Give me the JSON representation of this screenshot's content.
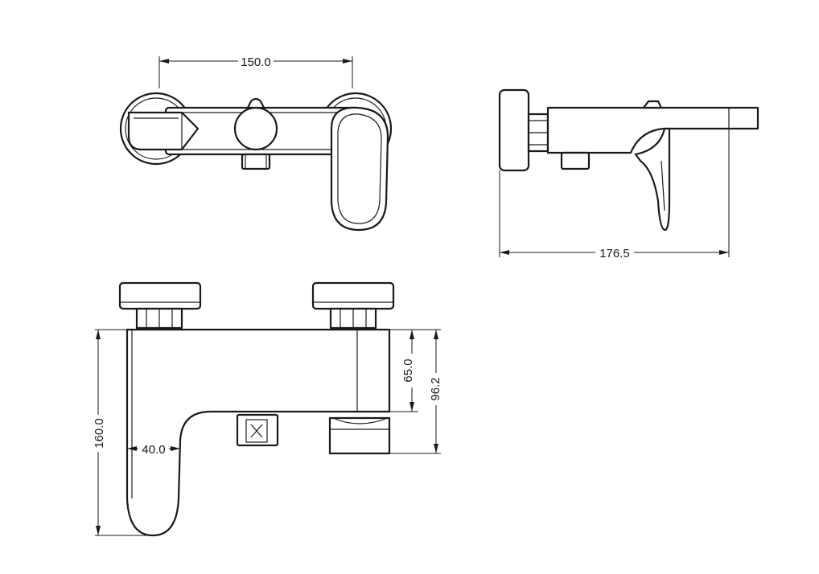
{
  "dimensions": {
    "top_width": "150.0",
    "side_depth": "176.5",
    "front_height": "160.0",
    "spout_offset": "40.0",
    "outlet_height": "65.0",
    "body_height": "96.2"
  },
  "colors": {
    "line": "#1a1a1a",
    "background": "#ffffff"
  }
}
